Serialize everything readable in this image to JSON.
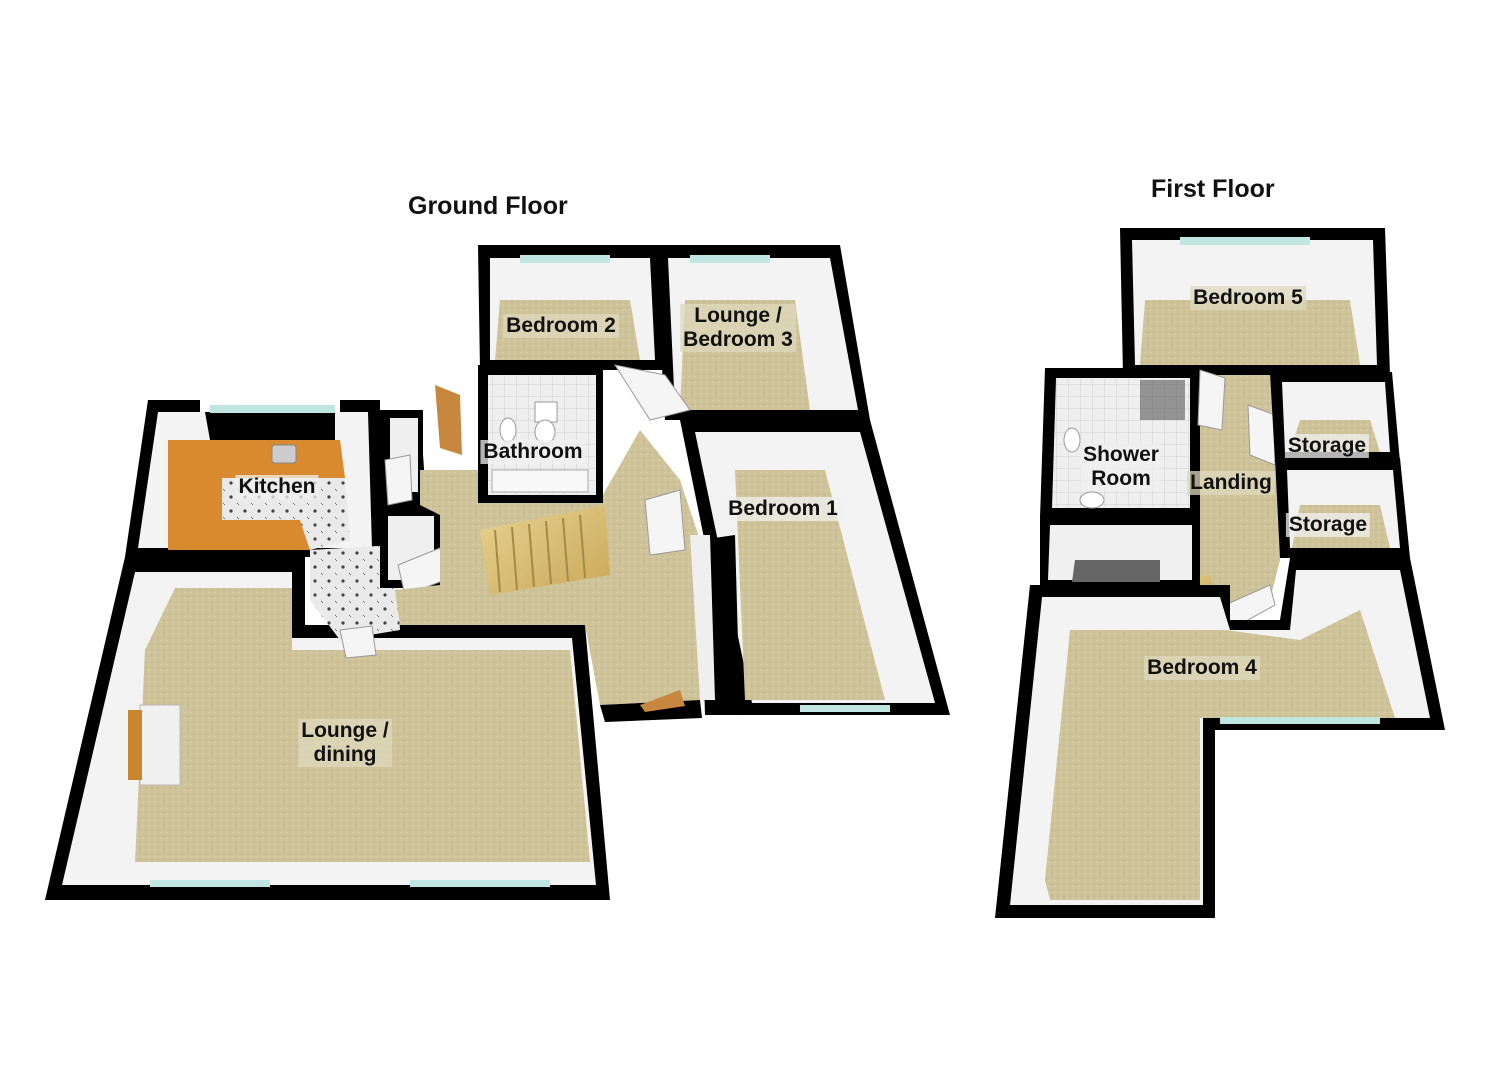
{
  "floors": {
    "ground": {
      "title": "Ground Floor",
      "rooms": {
        "bedroom2": "Bedroom 2",
        "lounge_bedroom3_line1": "Lounge /",
        "lounge_bedroom3_line2": "Bedroom 3",
        "bathroom": "Bathroom",
        "kitchen": "Kitchen",
        "bedroom1": "Bedroom 1",
        "lounge_dining_line1": "Lounge /",
        "lounge_dining_line2": "dining"
      }
    },
    "first": {
      "title": "First Floor",
      "rooms": {
        "bedroom5": "Bedroom 5",
        "shower_room_line1": "Shower",
        "shower_room_line2": "Room",
        "landing": "Landing",
        "storage_upper": "Storage",
        "storage_lower": "Storage",
        "bedroom4": "Bedroom 4"
      }
    }
  },
  "colors": {
    "wall": "#050505",
    "wall_face": "#f2f2f2",
    "carpet": "#cfc39a",
    "tile": "#e6e6e6",
    "worktop": "#d9892e",
    "window": "#bfe6e0",
    "door": "#f5f3f0"
  }
}
